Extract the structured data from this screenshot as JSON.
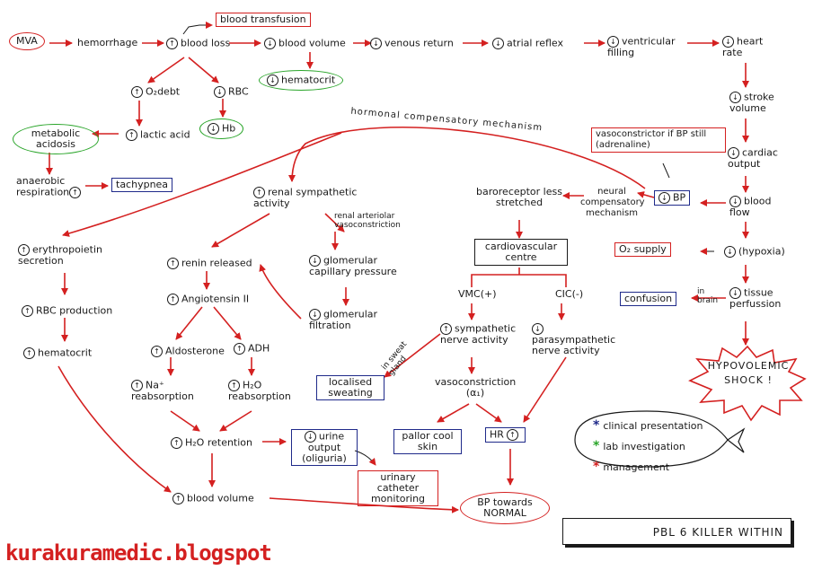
{
  "nodes": {
    "mva": "MVA",
    "hemorrhage": "hemorrhage",
    "blood_loss": "blood loss",
    "blood_transfusion": "blood transfusion",
    "blood_volume_top": "blood volume",
    "venous_return": "venous return",
    "atrial_reflex": "atrial reflex",
    "ventricular_filling": "ventricular filling",
    "heart_rate": "heart rate",
    "hematocrit_down": "hematocrit",
    "o2_debt": "O₂debt",
    "rbc_down": "RBC",
    "lactic_acid": "lactic acid",
    "hb": "Hb",
    "metabolic_acidosis": "metabolic acidosis",
    "anaerobic_respiration": "anaerobic respiration",
    "tachypnea": "tachypnea",
    "hormonal_mechanism": "hormonal compensatory mechanism",
    "stroke_volume": "stroke volume",
    "vasoconstrictor": "vasoconstrictor if BP still (adrenaline)",
    "cardiac_output": "cardiac output",
    "bp_low": "BP",
    "blood_flow": "blood flow",
    "neural_mechanism": "neural compensatory mechanism",
    "baroreceptor": "baroreceptor less stretched",
    "renal_sympathetic": "renal sympathetic activity",
    "renal_arteriolar": "renal arteriolar vasoconstriction",
    "erythropoietin": "erythropoietin secretion",
    "renin": "renin released",
    "glomerular_pressure": "glomerular capillary pressure",
    "cv_centre": "cardiovascular centre",
    "o2_supply": "O₂ supply",
    "hypoxia": "(hypoxia)",
    "rbc_production": "RBC production",
    "angiotensin": "Angiotensin II",
    "glomerular_filtration": "glomerular filtration",
    "vmc": "VMC(+)",
    "cic": "CIC(-)",
    "confusion": "confusion",
    "in_brain": "in brain",
    "tissue_perfusion": "tissue perfussion",
    "hematocrit_up": "hematocrit",
    "aldosterone": "Aldosterone",
    "adh": "ADH",
    "sympathetic_nerve": "sympathetic nerve activity",
    "parasympathetic_nerve": "parasympathetic nerve activity",
    "hypovolemic_shock": "HYPOVOLEMIC SHOCK !",
    "na_reabsorption": "Na⁺ reabsorption",
    "h2o_reabsorption": "H₂O reabsorption",
    "localised_sweating": "localised sweating",
    "in_sweat_gland": "in sweat gland",
    "vasoconstriction": "vasoconstriction (α₁)",
    "h2o_retention": "H₂O retention",
    "urine_output": "urine output (oliguria)",
    "pallor": "pallor cool skin",
    "hr_up": "HR",
    "urinary_catheter": "urinary catheter monitoring",
    "blood_volume_bottom": "blood volume",
    "bp_normal": "BP towards NORMAL"
  },
  "legend": {
    "clinical": "clinical presentation",
    "lab": "lab investigation",
    "management": "management",
    "colors": {
      "clinical": "#1f2a8a",
      "lab": "#2aa52a",
      "management": "#d42020"
    }
  },
  "title": "PBL 6 KILLER WITHIN",
  "blog": "kurakuramedic.blogspot",
  "colors": {
    "arrow": "#d42020",
    "ink": "#1a1a1a",
    "box_red": "#d42020",
    "box_blue": "#1f2a8a",
    "ellipse_green": "#2aa52a"
  }
}
